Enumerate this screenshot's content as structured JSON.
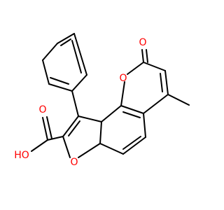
{
  "atom_labels": {
    "carbonyl_oxygen": "O",
    "ring_oxygen_lactone": "O",
    "ring_oxygen_furan": "O",
    "acid_hydroxyl": "HO",
    "acid_carbonyl": "O"
  },
  "colors": {
    "bond": "#000000",
    "oxygen": "#ff0000"
  }
}
